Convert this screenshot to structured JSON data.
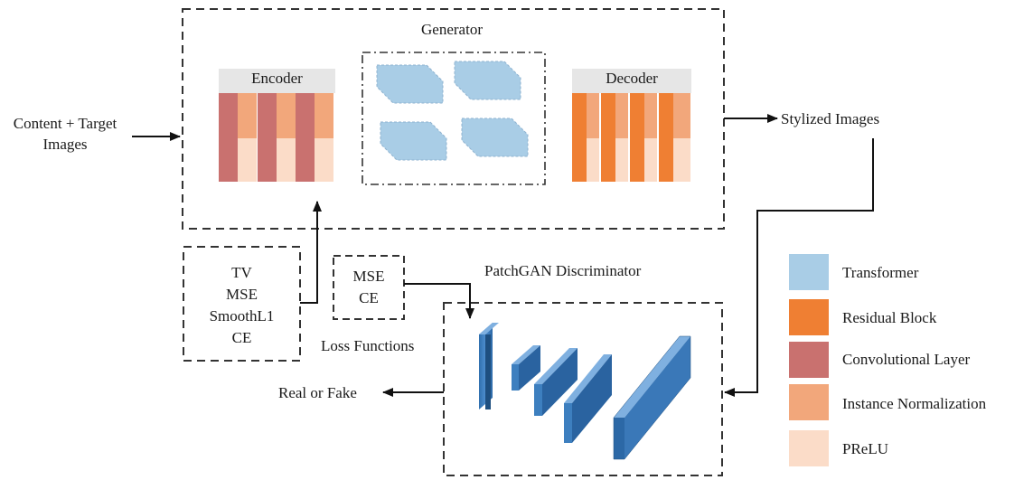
{
  "generator": {
    "title": "Generator",
    "encoder_label": "Encoder",
    "decoder_label": "Decoder"
  },
  "input": {
    "line1": "Content + Target",
    "line2": "Images"
  },
  "output": {
    "label": "Stylized Images"
  },
  "gen_losses": [
    "TV",
    "MSE",
    "SmoothL1",
    "CE"
  ],
  "disc_losses": [
    "MSE",
    "CE"
  ],
  "loss_functions_label": "Loss Functions",
  "discriminator": {
    "title": "PatchGAN Discriminator",
    "output": "Real or Fake"
  },
  "legend": [
    {
      "label": "Transformer",
      "color": "#a9cde6"
    },
    {
      "label": "Residual Block",
      "color": "#ef7f33"
    },
    {
      "label": "Convolutional Layer",
      "color": "#c9716f"
    },
    {
      "label": "Instance Normalization",
      "color": "#f2a77b"
    },
    {
      "label": "PReLU",
      "color": "#fbdcc8"
    }
  ],
  "colors": {
    "transformer": "#a9cde6",
    "residual": "#ef7f33",
    "conv": "#c9716f",
    "instnorm": "#f2a77b",
    "prelu": "#fbdcc8",
    "disc_block": "#3d7fbf"
  }
}
